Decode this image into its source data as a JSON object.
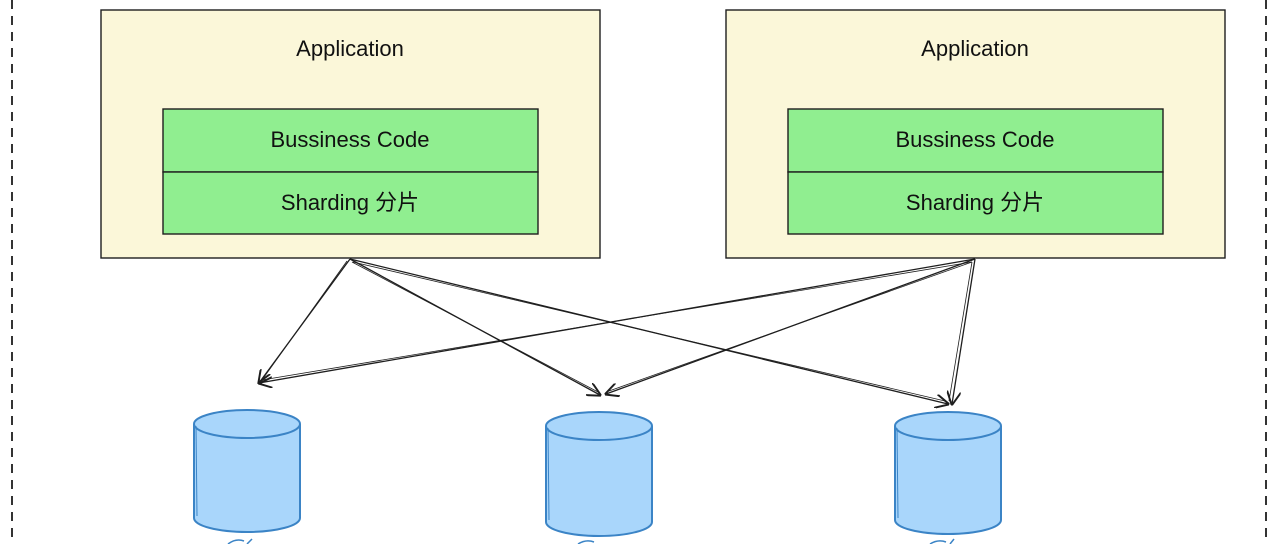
{
  "applications": [
    {
      "title": "Application",
      "layers": [
        "Bussiness Code",
        "Sharding 分片"
      ]
    },
    {
      "title": "Application",
      "layers": [
        "Bussiness Code",
        "Sharding 分片"
      ]
    }
  ],
  "databases": [
    {
      "id": "db-1"
    },
    {
      "id": "db-2"
    },
    {
      "id": "db-3"
    }
  ],
  "colors": {
    "app_fill": "#fbf7d9",
    "layer_fill": "#90ee90",
    "db_fill": "#a9d6fb",
    "db_stroke": "#3b84c6",
    "stroke": "#1e1e1e"
  }
}
